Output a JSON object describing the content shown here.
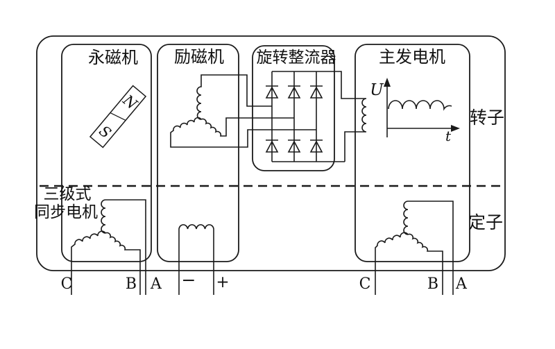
{
  "diagram": {
    "boxes": {
      "permanent_magnet_machine": "永磁机",
      "exciter": "励磁机",
      "rotating_rectifier": "旋转整流器",
      "main_generator": "主发电机"
    },
    "side_labels": {
      "rotor": "转子",
      "stator": "定子"
    },
    "system_label": {
      "line1": "三级式",
      "line2": "同步电机"
    },
    "magnet": {
      "north": "N",
      "south": "S"
    },
    "graph": {
      "y_axis": "U",
      "x_axis": "t"
    },
    "terminals": {
      "pm_stator": [
        "C",
        "B",
        "A"
      ],
      "exciter_field": [
        "−",
        "+"
      ],
      "main_stator": [
        "C",
        "B",
        "A"
      ]
    },
    "colors": {
      "line": "#1a1a1a",
      "background": "#ffffff"
    }
  }
}
